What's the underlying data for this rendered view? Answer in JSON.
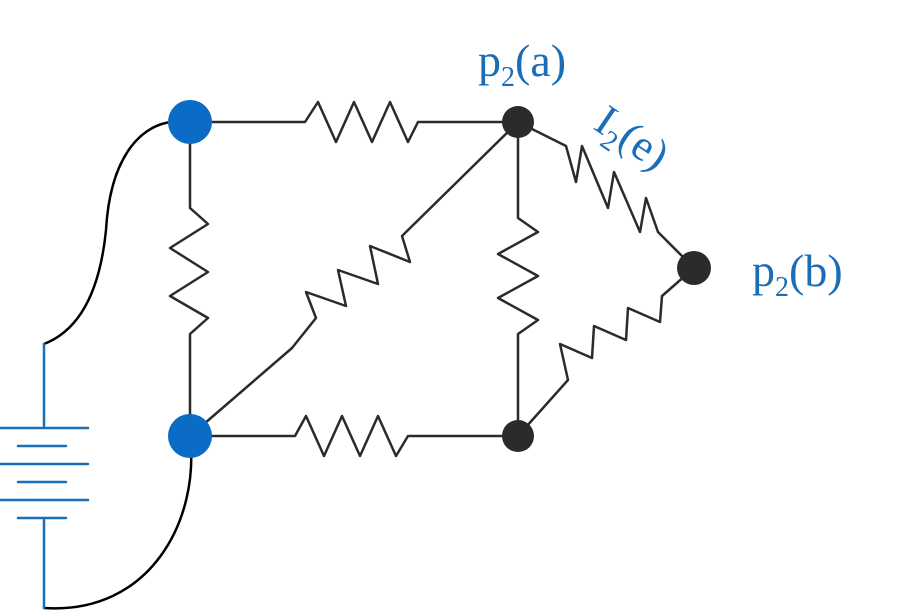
{
  "colors": {
    "wire": "#2b2b2b",
    "lead": "#000000",
    "battery": "#1a6eb8",
    "blue_node": "#0a6cc4",
    "black_node": "#2b2b2b",
    "label": "#1a6eb8"
  },
  "labels": {
    "node_a": {
      "base": "p",
      "sub": "2",
      "arg": "(a)"
    },
    "node_b": {
      "base": "p",
      "sub": "2",
      "arg": "(b)"
    },
    "edge_e": {
      "base": "I",
      "sub": "2",
      "arg": "(e)"
    }
  }
}
